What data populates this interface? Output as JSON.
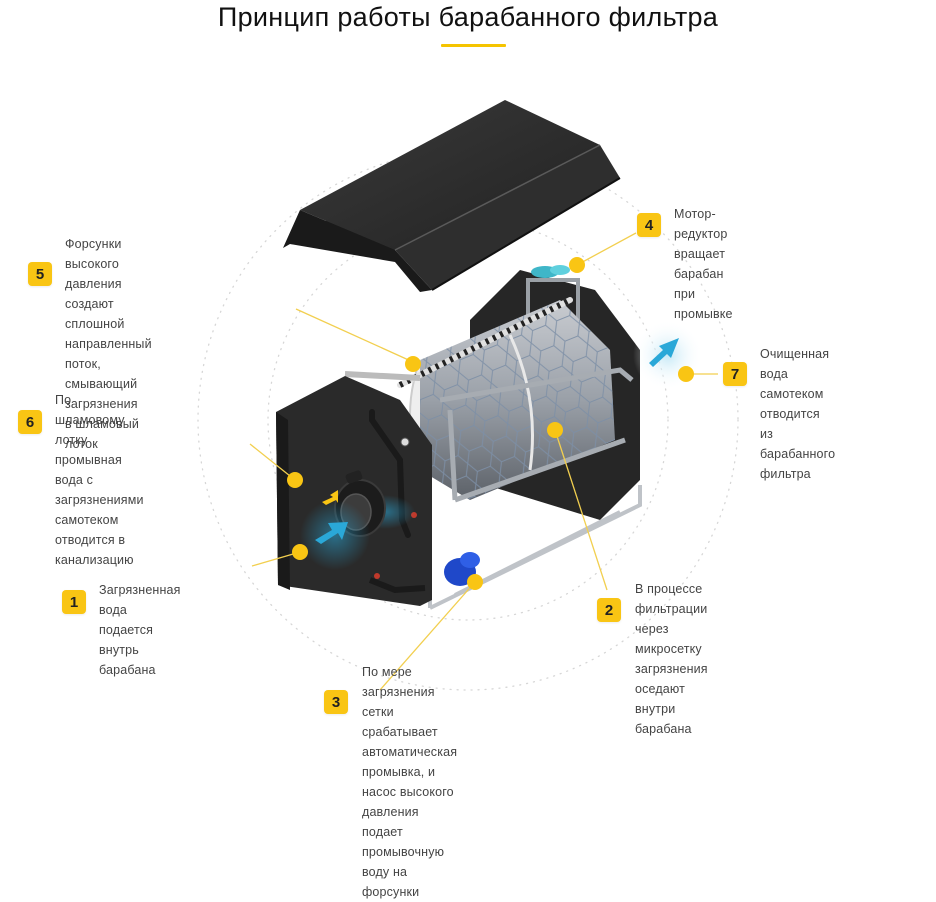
{
  "header": {
    "title": "Принцип работы барабанного фильтра"
  },
  "colors": {
    "accent_yellow": "#f9c514",
    "arrow_blue": "#2aa8d8",
    "machine_dark": "#2b2b2b",
    "text": "#444444"
  },
  "steps": [
    {
      "number": "1",
      "text": "Загрязненная вода\nподается внутрь барабана"
    },
    {
      "number": "2",
      "text": "В процессе фильтрации через\nмикросетку загрязнения оседают\nвнутри барабана"
    },
    {
      "number": "3",
      "text": "По мере загрязнения сетки\nсрабатывает автоматическая\nпромывка, и насос высокого давления\nподает промывочную воду на форсунки"
    },
    {
      "number": "4",
      "text": "Мотор-редуктор вращает\nбарабан при промывке"
    },
    {
      "number": "5",
      "text": "Форсунки высокого давления\nсоздают сплошной направленный\nпоток, смывающий загрязнения\nв шламовый лоток"
    },
    {
      "number": "6",
      "text": "По шламовому лотку промывная\nвода с загрязнениями самотеком\nотводится в канализацию"
    },
    {
      "number": "7",
      "text": "Очищенная вода\nсамотеком отводится\nиз барабанного фильтра"
    }
  ],
  "illustration": {
    "components": [
      "cover",
      "housing",
      "mesh-drum",
      "spray-bar",
      "motor-reducer",
      "high-pressure-pump",
      "inlet-flange",
      "frame"
    ],
    "arrows": [
      "inlet-water-arrow",
      "outlet-water-arrow",
      "sludge-arrow"
    ]
  }
}
